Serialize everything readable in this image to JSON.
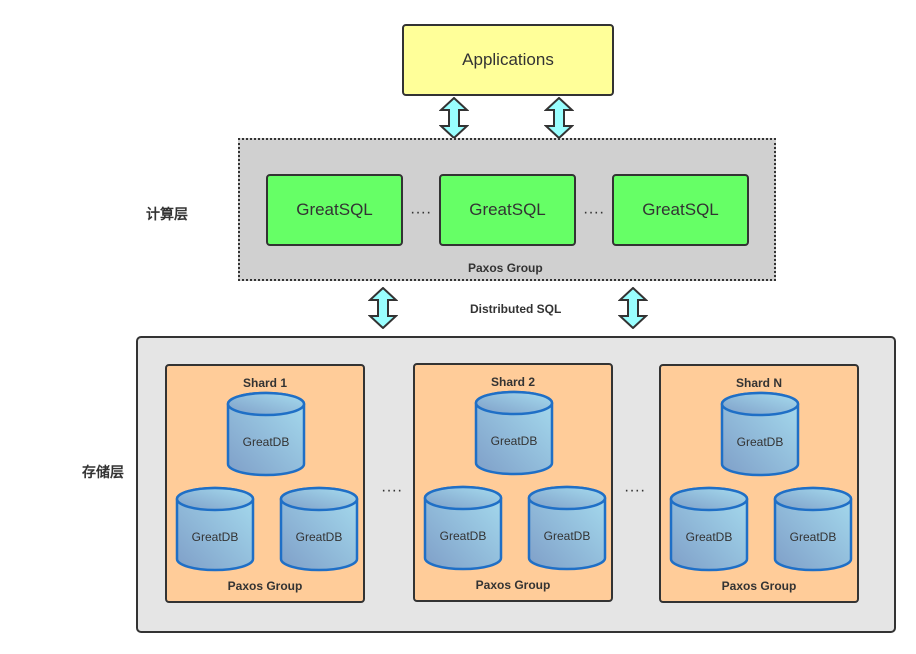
{
  "diagram": {
    "applications": {
      "label": "Applications",
      "color": "#ffff99"
    },
    "compute_layer": {
      "label": "计算层",
      "group_label": "Paxos Group",
      "nodes": [
        {
          "label": "GreatSQL"
        },
        {
          "label": "GreatSQL"
        },
        {
          "label": "GreatSQL"
        }
      ],
      "separator": "····",
      "node_color": "#66ff66",
      "background": "#d0d0d0"
    },
    "connector_label": "Distributed SQL",
    "storage_layer": {
      "label": "存储层",
      "background": "#e5e5e5",
      "separator": "····",
      "shard_color": "#ffcc99",
      "shards": [
        {
          "title": "Shard 1",
          "footer": "Paxos Group",
          "dbs": [
            "GreatDB",
            "GreatDB",
            "GreatDB"
          ]
        },
        {
          "title": "Shard 2",
          "footer": "Paxos Group",
          "dbs": [
            "GreatDB",
            "GreatDB",
            "GreatDB"
          ]
        },
        {
          "title": "Shard N",
          "footer": "Paxos Group",
          "dbs": [
            "GreatDB",
            "GreatDB",
            "GreatDB"
          ]
        }
      ]
    },
    "arrow_color": "#99ffff"
  }
}
